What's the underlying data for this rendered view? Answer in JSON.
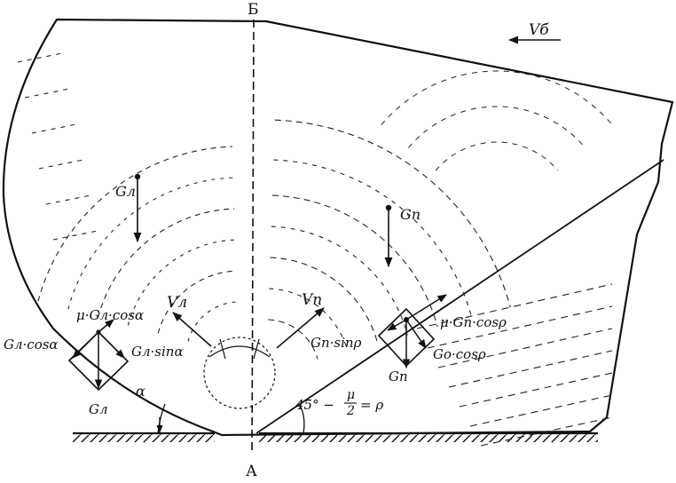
{
  "labels": {
    "top_point": "Б",
    "bottom_point": "А",
    "velocity_belt": "Vб",
    "weight_left": "Gл",
    "weight_right": "Gп",
    "velocity_left": "Vл",
    "velocity_right": "Vп",
    "friction_left": "μ·Gл·cosα",
    "normal_left": "Gл·cosα",
    "tangent_left": "Gл·sinα",
    "weight_left_block": "Gл",
    "angle_left": "α",
    "tangent_right": "Gп·sinρ",
    "friction_right": "μ·Gп·cosρ",
    "normal_right": "Gо·cosρ",
    "weight_right_block": "Gп",
    "angle_formula_a": "45° −",
    "angle_formula_mu": "μ",
    "angle_formula_two": "2",
    "angle_formula_b": "= ρ"
  }
}
